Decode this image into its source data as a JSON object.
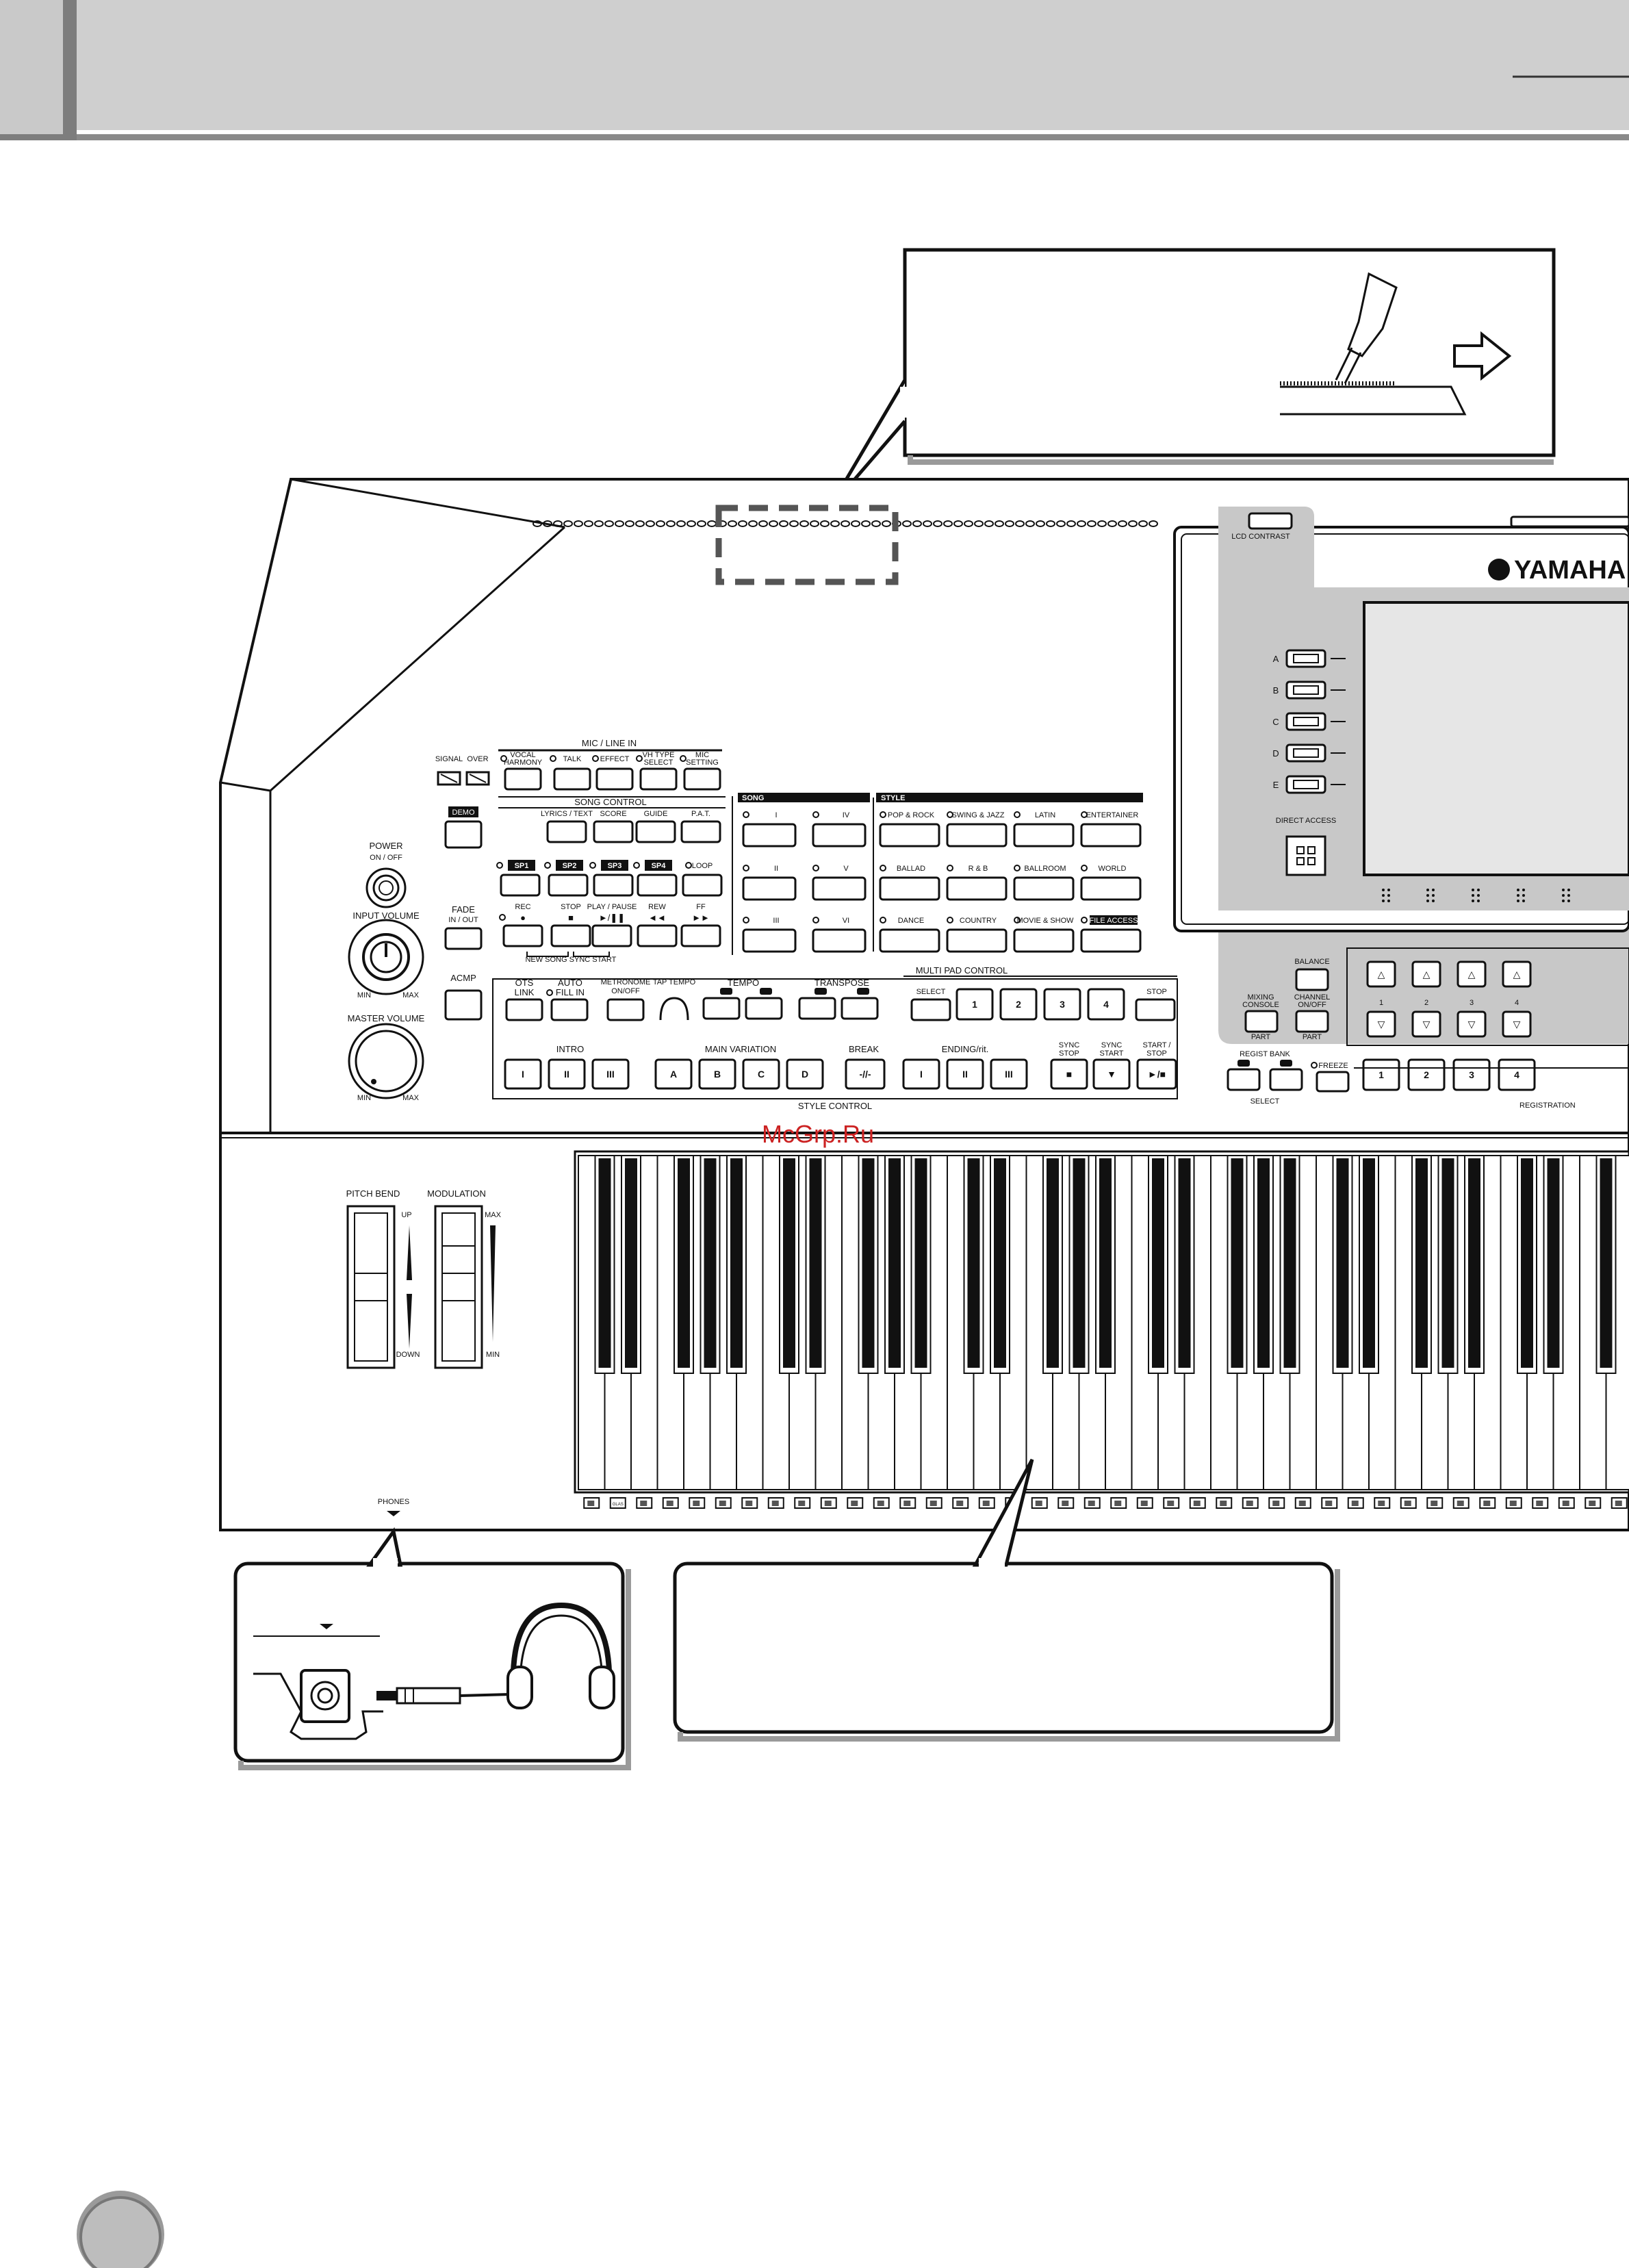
{
  "watermark": "McGrp.Ru",
  "mic_line_in": {
    "title": "MIC / LINE IN",
    "signal": "SIGNAL",
    "over": "OVER",
    "buttons": [
      "VOCAL HARMONY",
      "TALK",
      "EFFECT",
      "VH TYPE SELECT",
      "MIC SETTING"
    ]
  },
  "demo": "DEMO",
  "power": {
    "title": "POWER",
    "sub": "ON / OFF"
  },
  "input_volume": {
    "title": "INPUT VOLUME",
    "min": "MIN",
    "max": "MAX"
  },
  "master_volume": {
    "title": "MASTER VOLUME",
    "min": "MIN",
    "max": "MAX"
  },
  "fade": {
    "title": "FADE",
    "sub": "IN / OUT"
  },
  "acmp": "ACMP",
  "song_control": {
    "title": "SONG CONTROL",
    "top": [
      "LYRICS / TEXT",
      "SCORE",
      "GUIDE",
      "P.A.T."
    ],
    "sp": [
      "SP1",
      "SP2",
      "SP3",
      "SP4"
    ],
    "loop": "LOOP",
    "transport": [
      "REC",
      "STOP",
      "PLAY / PAUSE",
      "REW",
      "FF"
    ],
    "new_song": "NEW SONG",
    "sync_start": "SYNC START"
  },
  "song": {
    "title": "SONG",
    "buttons": [
      "I",
      "IV",
      "II",
      "V",
      "III",
      "VI"
    ]
  },
  "style": {
    "title": "STYLE",
    "buttons": [
      "POP & ROCK",
      "SWING & JAZZ",
      "LATIN",
      "ENTERTAINER",
      "BALLAD",
      "R & B",
      "BALLROOM",
      "WORLD",
      "DANCE",
      "COUNTRY",
      "MOVIE & SHOW",
      "FILE ACCESS"
    ]
  },
  "style_control": {
    "title": "STYLE CONTROL",
    "ots_link": "OTS LINK",
    "auto_fill_in": "AUTO FILL IN",
    "metronome": "METRONOME",
    "metronome_sub": "ON/OFF",
    "tap_tempo": "TAP TEMPO",
    "tempo": "TEMPO",
    "transpose": "TRANSPOSE",
    "intro": "INTRO",
    "intro_buttons": [
      "I",
      "II",
      "III"
    ],
    "main_variation": "MAIN VARIATION",
    "main_buttons": [
      "A",
      "B",
      "C",
      "D"
    ],
    "break": "BREAK",
    "ending": "ENDING/rit.",
    "ending_buttons": [
      "I",
      "II",
      "III"
    ],
    "sync_stop": "SYNC STOP",
    "sync_start": "SYNC START",
    "start_stop": "START / STOP"
  },
  "multi_pad": {
    "title": "MULTI PAD CONTROL",
    "select": "SELECT",
    "pads": [
      "1",
      "2",
      "3",
      "4"
    ],
    "stop": "STOP"
  },
  "lcd": {
    "contrast": "LCD CONTRAST",
    "brand": "YAMAHA",
    "side_buttons": [
      "A",
      "B",
      "C",
      "D",
      "E"
    ],
    "direct_access": "DIRECT ACCESS"
  },
  "panel_right": {
    "balance": "BALANCE",
    "mixing_console": "MIXING CONSOLE",
    "channel_on_off": "CHANNEL ON/OFF",
    "part": "PART",
    "regist_bank": "REGIST BANK",
    "select": "SELECT",
    "freeze": "FREEZE",
    "registration": "REGISTRATION",
    "reg_buttons": [
      "1",
      "2",
      "3",
      "4"
    ],
    "nav_numbers": [
      "1",
      "2",
      "3",
      "4"
    ]
  },
  "wheels": {
    "pitch_bend": "PITCH BEND",
    "modulation": "MODULATION",
    "up": "UP",
    "down": "DOWN",
    "max": "MAX",
    "min": "MIN"
  },
  "phones": "PHONES",
  "voice_icons": {
    "first": "GLAS"
  }
}
